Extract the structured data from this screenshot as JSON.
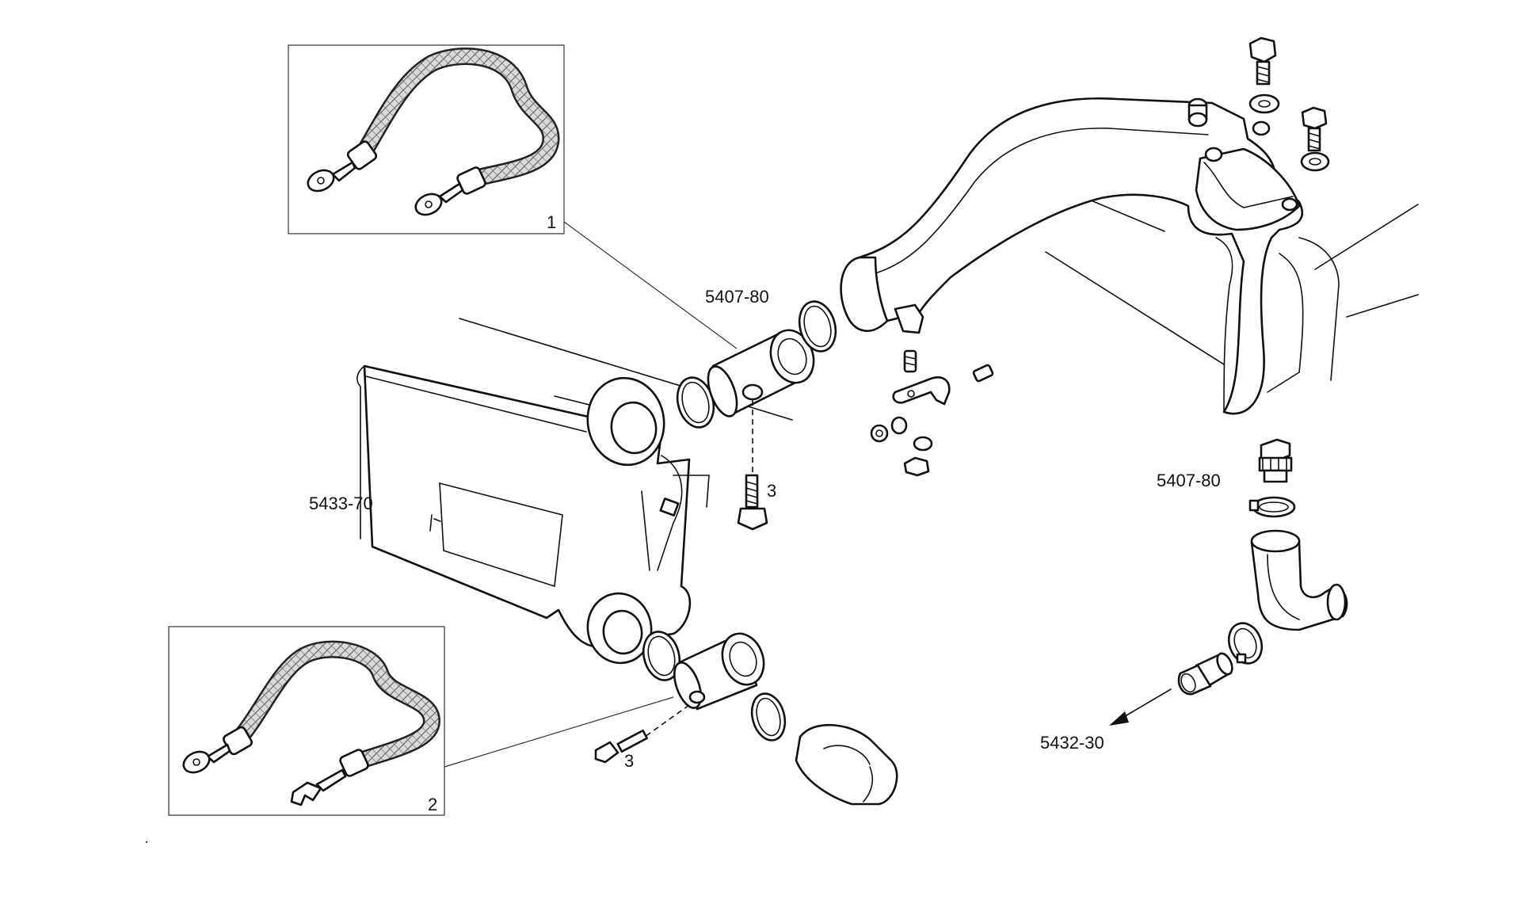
{
  "labels": {
    "inset_1": "1",
    "inset_2": "2",
    "callout_3_upper": "3",
    "callout_3_lower": "3",
    "part_upper_left": "5407-80",
    "part_right": "5407-80",
    "part_tank": "5433-70",
    "part_arrow": "5432-30"
  },
  "colors": {
    "ink": "#111111",
    "paper": "#ffffff",
    "braid": "#8a8a8a"
  }
}
